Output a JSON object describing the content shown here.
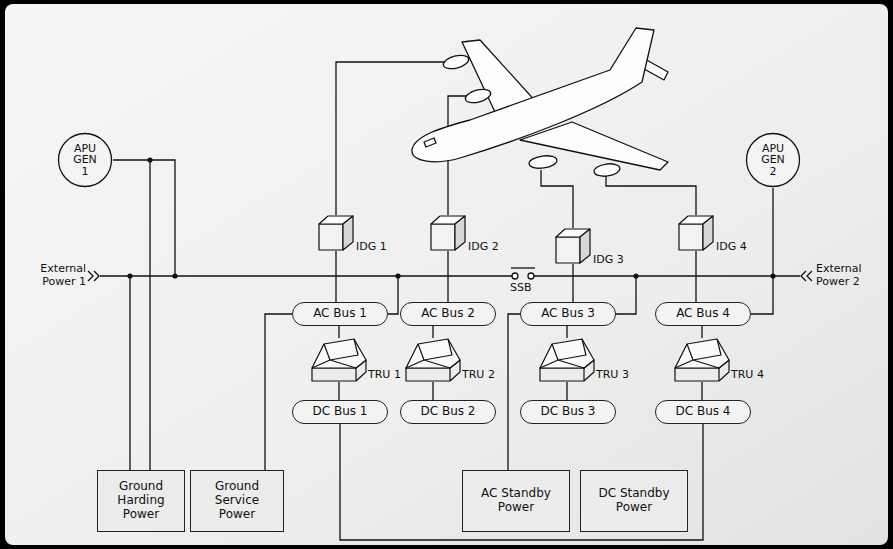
{
  "diagram": {
    "nodes": [
      {
        "text": [
          "APU GEN 1"
        ]
      },
      {
        "text": [
          "IDG 1"
        ]
      },
      {
        "text": [
          "IDG 2"
        ]
      },
      {
        "text": [
          "IDG 3"
        ]
      },
      {
        "text": [
          "IDG 4"
        ]
      },
      {
        "text": [
          "APU GEN 2"
        ]
      },
      {
        "text": [
          "AC Bus 1"
        ]
      },
      {
        "text": [
          "AC Bus 2"
        ]
      },
      {
        "text": [
          "AC Bus 3"
        ]
      },
      {
        "text": [
          "AC Bus 4"
        ]
      },
      {
        "text": [
          "TRU 1"
        ]
      },
      {
        "text": [
          "TRU 2"
        ]
      },
      {
        "text": [
          "TRU 3"
        ]
      },
      {
        "text": [
          "TRU 4"
        ]
      },
      {
        "text": [
          "DC Bus 1"
        ]
      },
      {
        "text": [
          "DC Bus 2"
        ]
      },
      {
        "text": [
          "DC Bus 3"
        ]
      },
      {
        "text": [
          "DC Bus 4"
        ]
      },
      {
        "text": [
          "Ground Harding Power"
        ]
      },
      {
        "text": [
          "Ground Service Power"
        ]
      },
      {
        "text": [
          "AC Standby Power"
        ]
      },
      {
        "text": [
          "DC Standby Power"
        ]
      }
    ],
    "edges": [
      {
        "from": 1,
        "to": 6,
        "arrow": "none"
      },
      {
        "from": 2,
        "to": 7,
        "arrow": "none"
      },
      {
        "from": 3,
        "to": 8,
        "arrow": "none"
      },
      {
        "from": 4,
        "to": 9,
        "arrow": "none"
      },
      {
        "from": 6,
        "to": 10,
        "arrow": "none"
      },
      {
        "from": 7,
        "to": 11,
        "arrow": "none"
      },
      {
        "from": 8,
        "to": 12,
        "arrow": "none"
      },
      {
        "from": 9,
        "to": 13,
        "arrow": "none"
      },
      {
        "from": 10,
        "to": 14,
        "arrow": "none"
      },
      {
        "from": 11,
        "to": 15,
        "arrow": "none"
      },
      {
        "from": 12,
        "to": 16,
        "arrow": "none"
      },
      {
        "from": 13,
        "to": 17,
        "arrow": "none"
      },
      {
        "from": 0,
        "to": 18,
        "arrow": "none"
      },
      {
        "from": 6,
        "to": 19,
        "arrow": "none"
      },
      {
        "from": 8,
        "to": 20,
        "arrow": "none"
      },
      {
        "from": 5,
        "to": 9,
        "arrow": "none"
      },
      {
        "from": 14,
        "to": 17,
        "arrow": "none"
      }
    ],
    "labels": [
      "External Power 1",
      "External Power 2",
      "SSB"
    ]
  }
}
